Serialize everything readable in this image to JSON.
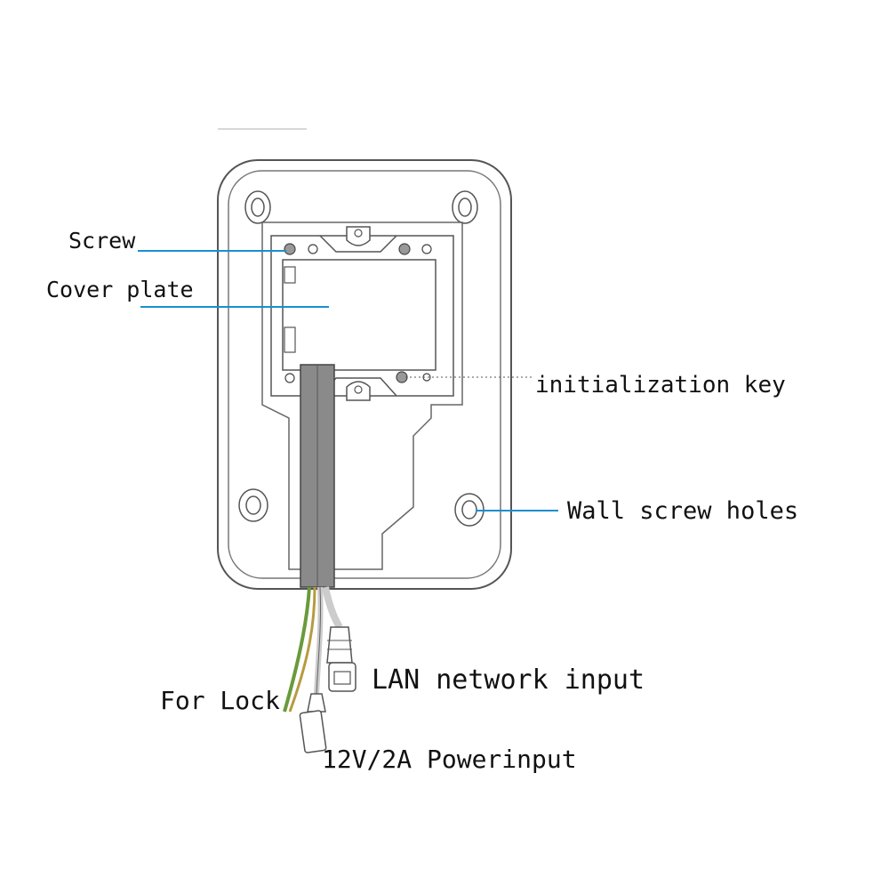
{
  "diagram": {
    "labels": {
      "screw": "Screw",
      "cover_plate": "Cover plate",
      "initialization_key": "initialization key",
      "wall_screw_holes": "Wall screw holes",
      "lan_input": "LAN network input",
      "for_lock": "For Lock",
      "power_input": "12V/2A Powerinput"
    },
    "colors": {
      "leader_line": "#1a8fd0",
      "outline": "#555555",
      "cable": "#8a8a8a",
      "wire_green": "#6a9a3a",
      "wire_yellow": "#b89a40"
    }
  }
}
